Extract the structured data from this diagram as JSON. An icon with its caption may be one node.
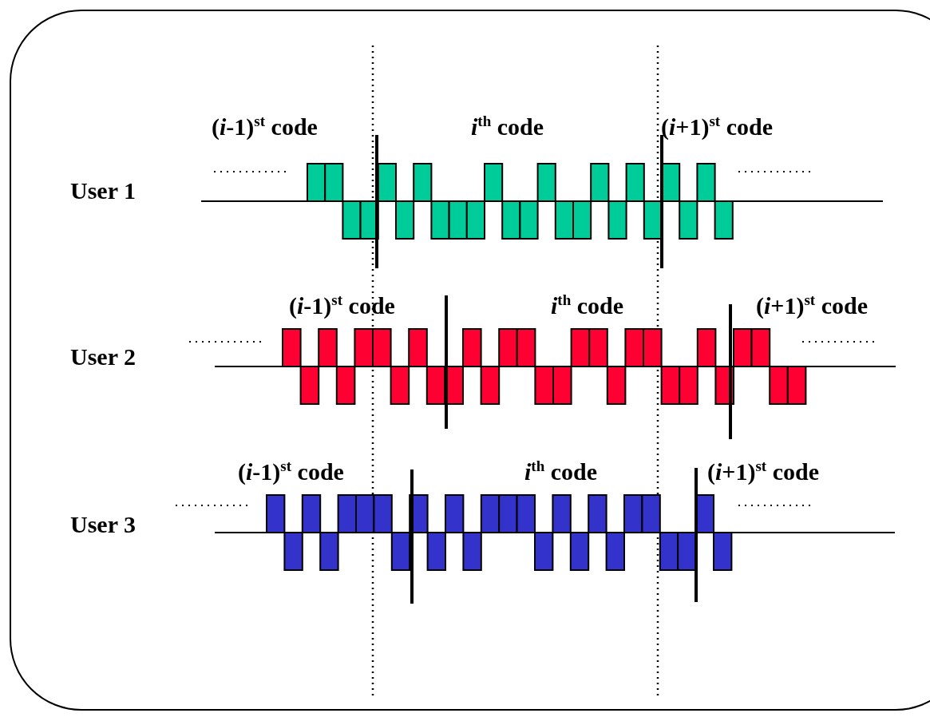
{
  "diagram": {
    "labels": [
      "(*i*-1)$^{st}$ code",
      "*i*$^{th}$ code",
      "(*i*+1)$^{st}$ code",
      "User 1",
      "(*i*-1)$^{st}$ code",
      "*i*$^{th}$ code",
      "(*i*+1)$^{st}$ code",
      "User 2",
      "(*i*-1)$^{st}$ code",
      "*i*$^{th}$ code",
      "(*i*+1)$^{st}$ code",
      "User 3"
    ]
  }
}
